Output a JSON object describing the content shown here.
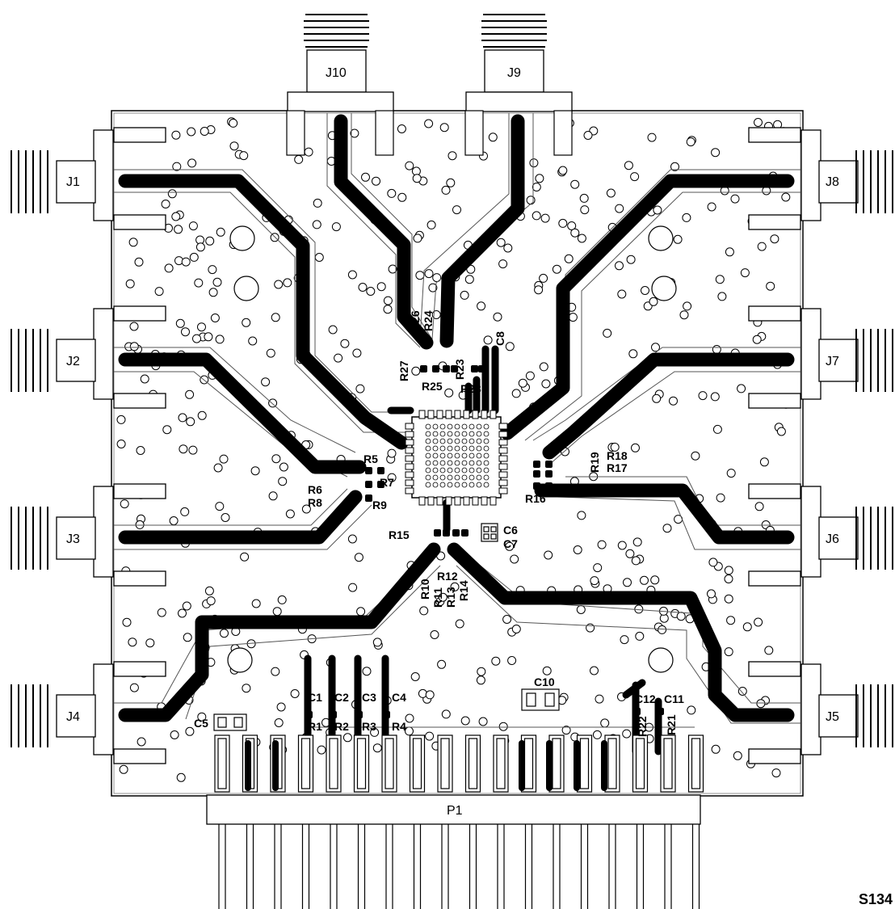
{
  "connectors": {
    "j10": "J10",
    "j9": "J9",
    "j1": "J1",
    "j2": "J2",
    "j3": "J3",
    "j4": "J4",
    "j8": "J8",
    "j7": "J7",
    "j6": "J6",
    "j5": "J5",
    "p1": "P1"
  },
  "components": {
    "r26": "R26",
    "r24": "R24",
    "r27": "R27",
    "r25": "R25",
    "r23": "R23",
    "r28": "R28",
    "c8": "C8",
    "r5": "R5",
    "r6": "R6",
    "r8": "R8",
    "r7": "R7",
    "r9": "R9",
    "r15": "R15",
    "r19": "R19",
    "r18": "R18",
    "r17": "R17",
    "r16": "R16",
    "c6": "C6",
    "c7": "C7",
    "r10": "R10",
    "r11": "R11",
    "r12": "R12",
    "r13": "R13",
    "r14": "R14",
    "c1": "C1",
    "c2": "C2",
    "c3": "C3",
    "c4": "C4",
    "r1": "R1",
    "r2": "R2",
    "r3": "R3",
    "r4": "R4",
    "c5": "C5",
    "c10": "C10",
    "c12": "C12",
    "c11": "C11",
    "r22": "R22",
    "r21": "R21"
  },
  "figure_id": "S134"
}
